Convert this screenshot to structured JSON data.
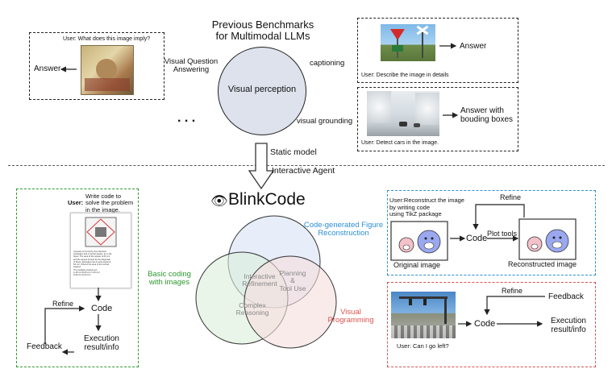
{
  "top": {
    "title": "Previous Benchmarks\nfor Multimodal LLMs",
    "center_circle": "Visual perception",
    "label_vqa": "Visual Question\nAnswering",
    "label_captioning": "captioning",
    "label_grounding": "visual grounding",
    "ellipsis": ". . .",
    "vqa_user": "User: What does this image imply?",
    "vqa_answer": "Answer",
    "cap_answer": "Answer",
    "cap_user": "User: Describe the image in details",
    "ground_answer": "Answer with\nbouding boxes",
    "ground_user": "User: Detect cars in the image."
  },
  "transition": {
    "static_model": "Static model",
    "interactive_agent": "Interactive Agent"
  },
  "blinkcode": {
    "title": "BlinkCode",
    "venn_fig_recon": "Code-generated Figure\nReconstruction",
    "venn_basic": "Basic coding\nwith images",
    "venn_visual_prog": "Visual\nProgramming",
    "venn_interactive": "Interactive\nRefinement",
    "venn_planning": "Planning\n&\nTool Use",
    "venn_complex": "Complex\nReasoning"
  },
  "left_panel": {
    "user_prefix": "User:",
    "user_text": "Write code to\nsolve the problem\nin the image.",
    "problem_text": "A square is formed by four identical\nrectangles and a central square, as in the\nfigure. The area of the square is 81 cm²\nand the square formed by the diagonals\nof these rectangles has an area equal to\n64 cm². What is the area of the central\nsquare?\nThe possible answers are\nA.16 cm²  B.25 cm²  C.36 cm²\nD.49 cm²  E.64 cm²",
    "refine": "Refine",
    "code": "Code",
    "execution": "Execution\nresult/info",
    "feedback": "Feedback"
  },
  "blue_panel": {
    "user_text": "User:Reconstruct the image\nby writing code\nusing TikZ package",
    "refine": "Refine",
    "code": "Code",
    "plot_tools": "Plot tools",
    "original_image": "Original image",
    "reconstructed_image": "Reconstructed image"
  },
  "red_panel": {
    "user_text": "User:  Can I go left?",
    "refine": "Refine",
    "code": "Code",
    "feedback": "Feedback",
    "execution": "Execution\nresult/info"
  },
  "colors": {
    "green": "#2e9a2e",
    "blue": "#2b8fd6",
    "red": "#d9534f",
    "dark": "#222222"
  }
}
